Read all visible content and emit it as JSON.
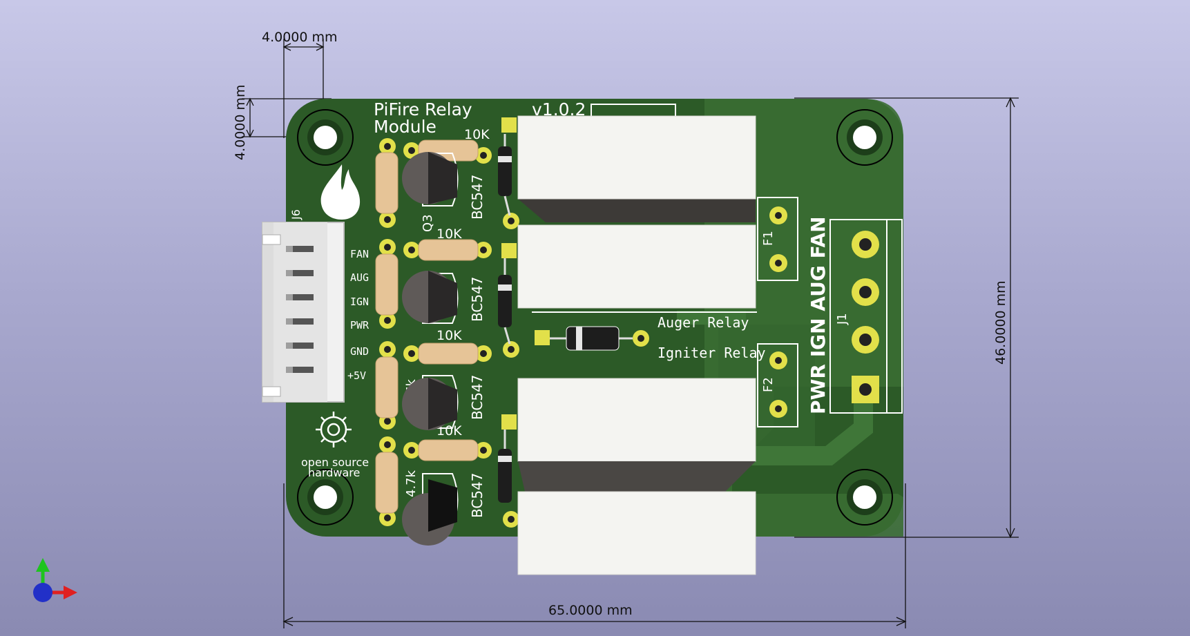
{
  "dimensions": {
    "hole_spacing_horizontal": "4.0000  mm",
    "hole_spacing_vertical": "4.0000  mm",
    "board_height": "46.0000  mm",
    "board_width": "65.0000  mm"
  },
  "board": {
    "title_line1": "PiFire Relay",
    "title_line2": "Module",
    "version": "v1.0.2",
    "connector_ref": "J6",
    "pin_labels": [
      "FAN",
      "AUG",
      "IGN",
      "PWR",
      "GND",
      "+5V"
    ],
    "resistor_value": "10K",
    "resistor_value_small": "4.7k",
    "resistor_value_small_alt": "7k",
    "transistor_part": "BC547",
    "transistor_q3": "Q3",
    "auger_relay": "Auger Relay",
    "igniter_relay": "Igniter Relay",
    "fuse_f1": "F1",
    "fuse_f2": "F2",
    "terminal_labels": "PWR IGN AUG FAN",
    "terminal_ref": "J1",
    "oshw_line1": "open source",
    "oshw_line2": "hardware"
  },
  "colors": {
    "pcb": "#2c5a27",
    "copper": "#3b7134",
    "pad": "#e2e04a",
    "relay": "#f4f4f1",
    "resistor": "#e6c497"
  }
}
